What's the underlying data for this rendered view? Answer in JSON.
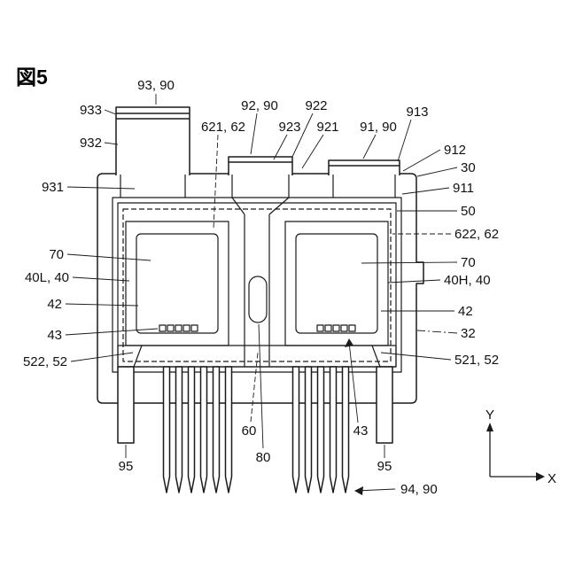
{
  "figure": {
    "title": "図5"
  },
  "colors": {
    "line": "#1a1a1a",
    "background": "#ffffff"
  },
  "labels": [
    {
      "id": "93-90",
      "text": "93, 90"
    },
    {
      "id": "933",
      "text": "933"
    },
    {
      "id": "932",
      "text": "932"
    },
    {
      "id": "931",
      "text": "931"
    },
    {
      "id": "621-62",
      "text": "621, 62"
    },
    {
      "id": "92-90",
      "text": "92, 90"
    },
    {
      "id": "923",
      "text": "923"
    },
    {
      "id": "922",
      "text": "922"
    },
    {
      "id": "921",
      "text": "921"
    },
    {
      "id": "91-90",
      "text": "91, 90"
    },
    {
      "id": "913",
      "text": "913"
    },
    {
      "id": "912",
      "text": "912"
    },
    {
      "id": "30",
      "text": "30"
    },
    {
      "id": "911",
      "text": "911"
    },
    {
      "id": "50",
      "text": "50"
    },
    {
      "id": "622-62",
      "text": "622, 62"
    },
    {
      "id": "70-left",
      "text": "70"
    },
    {
      "id": "70-right",
      "text": "70"
    },
    {
      "id": "40L-40",
      "text": "40L, 40"
    },
    {
      "id": "40H-40",
      "text": "40H, 40"
    },
    {
      "id": "42-left",
      "text": "42"
    },
    {
      "id": "42-right",
      "text": "42"
    },
    {
      "id": "43-left",
      "text": "43"
    },
    {
      "id": "32",
      "text": "32"
    },
    {
      "id": "522-52",
      "text": "522, 52"
    },
    {
      "id": "521-52",
      "text": "521, 52"
    },
    {
      "id": "60",
      "text": "60"
    },
    {
      "id": "80",
      "text": "80"
    },
    {
      "id": "95-left",
      "text": "95"
    },
    {
      "id": "95-right",
      "text": "95"
    },
    {
      "id": "43-bottom",
      "text": "43"
    },
    {
      "id": "94-90",
      "text": "94, 90"
    }
  ],
  "axes": {
    "x_label": "X",
    "y_label": "Y"
  }
}
